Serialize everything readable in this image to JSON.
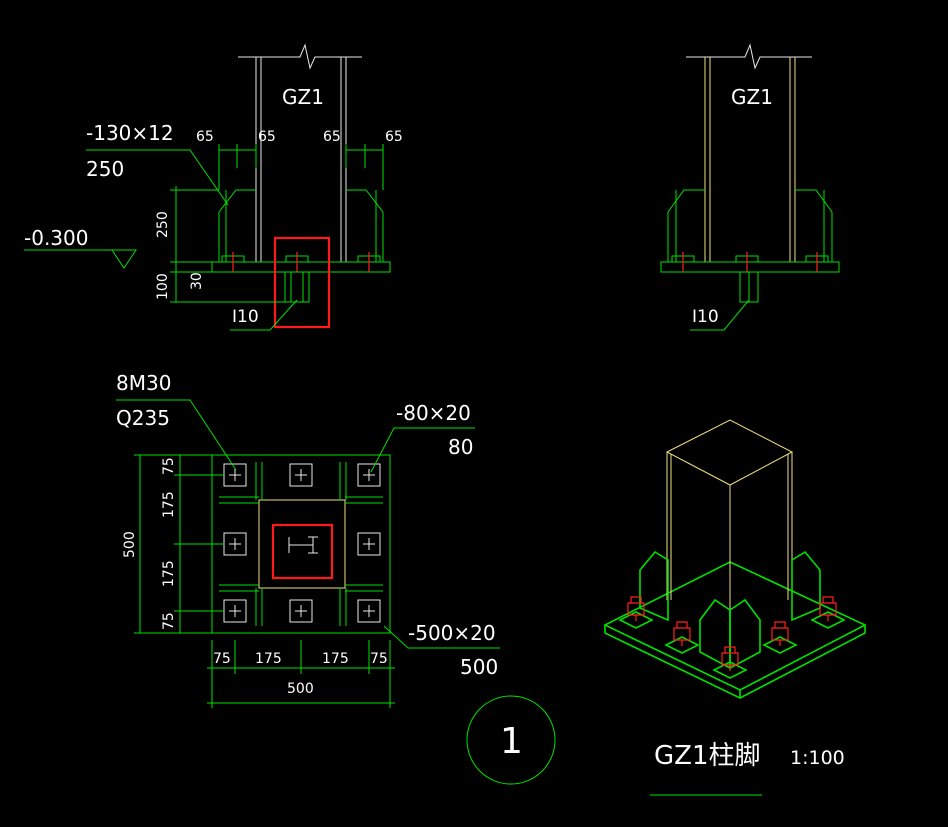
{
  "drawing": {
    "column_label_left": "GZ1",
    "column_label_right": "GZ1",
    "stiffener_spec": "-130×12",
    "stiffener_len": "250",
    "elevation": "-0.300",
    "dim_65_a": "65",
    "dim_65_b": "65",
    "dim_65_c": "65",
    "dim_65_d": "65",
    "dim_250_v": "250",
    "dim_100_v": "100",
    "dim_30_v": "30",
    "shear_key_left": "I10",
    "shear_key_right": "I10",
    "bolt_spec": "8M30",
    "bolt_grade": "Q235",
    "washer_spec": "-80×20",
    "washer_len": "80",
    "plate_spec": "-500×20",
    "plate_len": "500",
    "plan_dim_v": [
      "75",
      "175",
      "175",
      "75"
    ],
    "plan_dim_v_total": "500",
    "plan_dim_h": [
      "75",
      "175",
      "175",
      "75"
    ],
    "plan_dim_h_total": "500",
    "detail_number": "1",
    "title": "GZ1柱脚",
    "scale": "1:100"
  },
  "colors": {
    "background": "#000000",
    "line": "#00e000",
    "text": "#ffffff",
    "bolt": "#ff2020",
    "highlight": "#ff1a1a",
    "column": "#f0e080"
  }
}
